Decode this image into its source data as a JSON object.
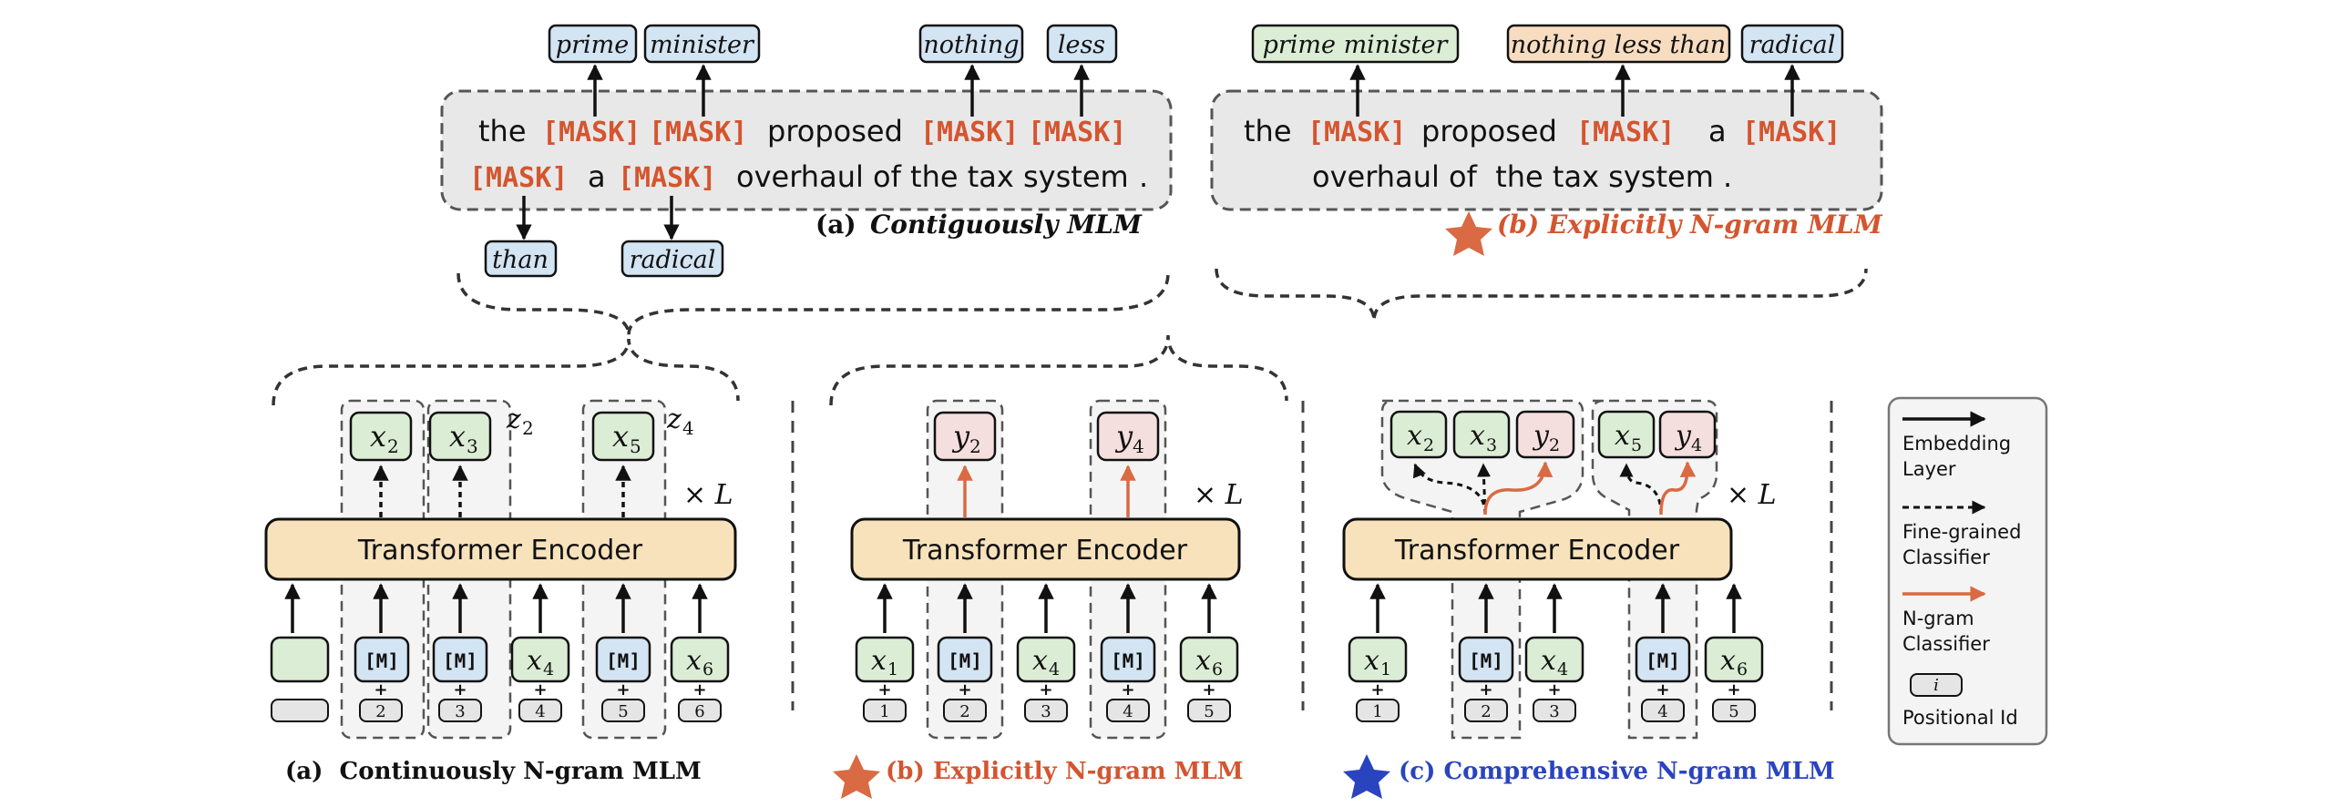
{
  "colors": {
    "mask_text": "#d4552f",
    "accent_orange": "#d96a43",
    "accent_blue": "#2a44c0",
    "green_fill": "#dbedd5",
    "blue_fill": "#d3e4f3",
    "pink_fill": "#f5dede",
    "peach_fill": "#f7dcbf",
    "encoder_fill": "#f7e2bc",
    "gray_fill": "#e5e5e5"
  },
  "top_a": {
    "line1": [
      "the",
      "[MASK]",
      "[MASK]",
      "proposed",
      "[MASK]",
      "[MASK]"
    ],
    "line2": [
      "[MASK]",
      "a",
      "[MASK]",
      "overhaul of the tax system",
      "."
    ],
    "above_labels": [
      "prime",
      "minister",
      "nothing",
      "less"
    ],
    "below_labels": [
      "than",
      "radical"
    ],
    "caption_prefix": "(a)",
    "caption": "Contiguously MLM"
  },
  "top_b": {
    "line1": [
      "the",
      "[MASK]",
      "proposed",
      "[MASK]",
      "a",
      "[MASK]"
    ],
    "line2": "overhaul of  the tax system .",
    "above_labels": [
      "prime minister",
      "nothing less than",
      "radical"
    ],
    "caption": "(b) Explicitly N-gram MLM"
  },
  "panel_a": {
    "outputs": [
      "x",
      "x",
      "x"
    ],
    "output_subs": [
      "2",
      "3",
      "5"
    ],
    "z_labels": [
      "z",
      "z"
    ],
    "z_subs": [
      "2",
      "4"
    ],
    "times_l": "× L",
    "encoder": "Transformer Encoder",
    "inputs": [
      "",
      "[M]",
      "[M]",
      "x",
      "[M]",
      "x"
    ],
    "input_subs": [
      "",
      "",
      "",
      "4",
      "",
      "6"
    ],
    "positions": [
      "",
      "2",
      "3",
      "4",
      "5",
      "6"
    ],
    "caption": "(a)  Continuously N-gram MLM"
  },
  "panel_b": {
    "outputs": [
      "y",
      "y"
    ],
    "output_subs": [
      "2",
      "4"
    ],
    "times_l": "× L",
    "encoder": "Transformer Encoder",
    "inputs": [
      "x",
      "[M]",
      "x",
      "[M]",
      "x"
    ],
    "input_subs": [
      "1",
      "",
      "4",
      "",
      "6"
    ],
    "positions": [
      "1",
      "2",
      "3",
      "4",
      "5"
    ],
    "caption": "(b) Explicitly N-gram MLM"
  },
  "panel_c": {
    "outputs": [
      "x",
      "x",
      "y",
      "x",
      "y"
    ],
    "output_subs": [
      "2",
      "3",
      "2",
      "5",
      "4"
    ],
    "times_l": "× L",
    "encoder": "Transformer Encoder",
    "inputs": [
      "x",
      "[M]",
      "x",
      "[M]",
      "x"
    ],
    "input_subs": [
      "1",
      "",
      "4",
      "",
      "6"
    ],
    "positions": [
      "1",
      "2",
      "3",
      "4",
      "5"
    ],
    "caption": "(c) Comprehensive N-gram MLM"
  },
  "legend": {
    "embedding": [
      "Embedding",
      "Layer"
    ],
    "fine_grained": [
      "Fine-grained",
      "Classifier"
    ],
    "ngram": [
      "N-gram",
      "Classifier"
    ],
    "pos_symbol": "i",
    "positional": "Positional Id"
  }
}
